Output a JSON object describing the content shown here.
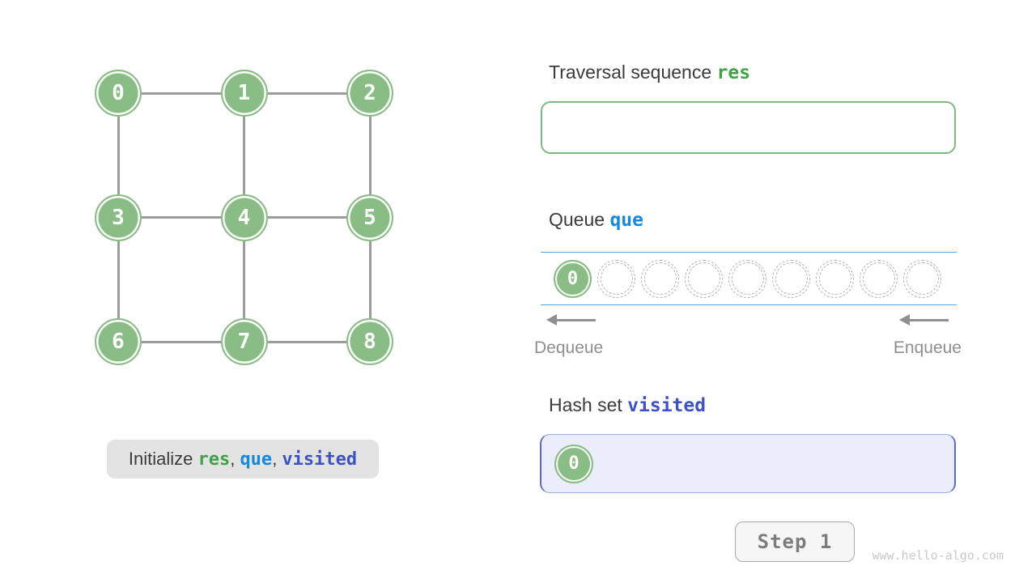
{
  "colors": {
    "node_green": "#8ABD85",
    "accent_green": "#42A147",
    "accent_blue": "#1789DB",
    "accent_indigo": "#3D52C5",
    "hash_border": "#5A6AC8",
    "hash_bg": "#EAEDFA",
    "res_border": "#80B980",
    "queue_line_blue": "#53A4E7",
    "edge_gray": "#9C9C9C",
    "dash_gray": "#B3B3B3",
    "dark_text": "#3B3B3B",
    "label_gray": "#8F8F8F",
    "caption_bg": "#E3E3E3"
  },
  "graph": {
    "nodes": [
      {
        "label": "0",
        "row": 0,
        "col": 0
      },
      {
        "label": "1",
        "row": 0,
        "col": 1
      },
      {
        "label": "2",
        "row": 0,
        "col": 2
      },
      {
        "label": "3",
        "row": 1,
        "col": 0
      },
      {
        "label": "4",
        "row": 1,
        "col": 1
      },
      {
        "label": "5",
        "row": 1,
        "col": 2
      },
      {
        "label": "6",
        "row": 2,
        "col": 0
      },
      {
        "label": "7",
        "row": 2,
        "col": 1
      },
      {
        "label": "8",
        "row": 2,
        "col": 2
      }
    ],
    "edges": [
      [
        0,
        1
      ],
      [
        1,
        2
      ],
      [
        3,
        4
      ],
      [
        4,
        5
      ],
      [
        6,
        7
      ],
      [
        7,
        8
      ],
      [
        0,
        3
      ],
      [
        3,
        6
      ],
      [
        1,
        4
      ],
      [
        4,
        7
      ],
      [
        2,
        5
      ],
      [
        5,
        8
      ]
    ]
  },
  "traversal_section": {
    "title": "Traversal sequence ",
    "variable": "res",
    "items": []
  },
  "queue_section": {
    "title": "Queue ",
    "variable": "que",
    "slots": [
      {
        "value": "0",
        "filled": true
      },
      {
        "value": "",
        "filled": false
      },
      {
        "value": "",
        "filled": false
      },
      {
        "value": "",
        "filled": false
      },
      {
        "value": "",
        "filled": false
      },
      {
        "value": "",
        "filled": false
      },
      {
        "value": "",
        "filled": false
      },
      {
        "value": "",
        "filled": false
      },
      {
        "value": "",
        "filled": false
      }
    ],
    "dequeue_label": "Dequeue",
    "enqueue_label": "Enqueue"
  },
  "hashset_section": {
    "title": "Hash set ",
    "variable": "visited",
    "items": [
      "0"
    ]
  },
  "caption": {
    "text_initialize": "Initialize ",
    "var_res": "res",
    "sep_1": ", ",
    "var_que": "que",
    "sep_2": ", ",
    "var_visited": "visited"
  },
  "step_button": {
    "label": "Step 1"
  },
  "watermark": "www.hello-algo.com"
}
